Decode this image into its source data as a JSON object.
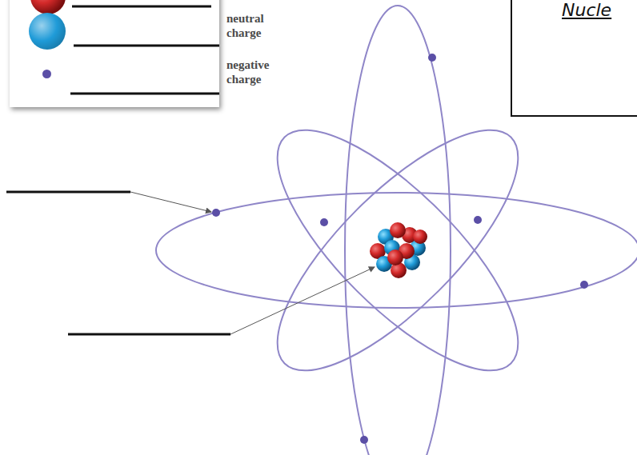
{
  "diagram": {
    "nodes": [
      {
        "text": [
          "Nucle"
        ]
      }
    ],
    "legend": [
      {
        "text": "neutral charge",
        "color": "#1f9bd8"
      },
      {
        "text": "negative charge",
        "color": "#5b4fa6"
      }
    ]
  }
}
